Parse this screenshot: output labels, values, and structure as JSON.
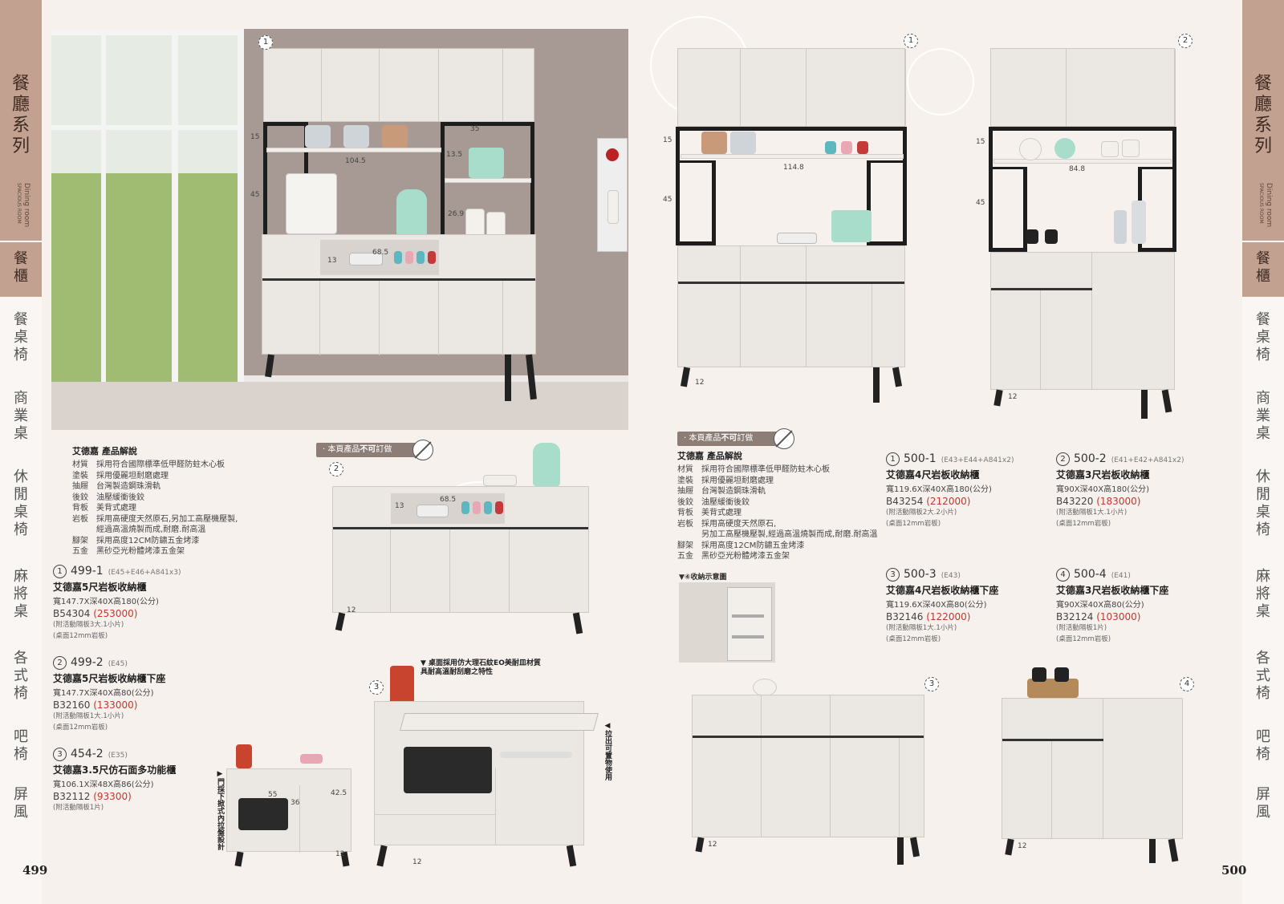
{
  "left_page": {
    "page_number": "499",
    "side": {
      "series_title": "餐廳系列",
      "series_en": "Dining room",
      "series_sub": "SPACIOUS ROOM",
      "active_tab": "餐櫃",
      "tabs": [
        "餐桌椅",
        "商業桌",
        "休閒桌椅",
        "麻將桌",
        "各式椅",
        "吧椅",
        "屏風"
      ]
    },
    "photo_marker": "1",
    "photo_dims": {
      "top_h": "15",
      "bottom_h": "45",
      "w": "104.5",
      "side_w": "35",
      "s1": "13.5",
      "s2": "26.9",
      "niche_h": "13",
      "niche_w": "68.5"
    },
    "notice": {
      "prefix": "· 本頁產品",
      "strong": "不可",
      "suffix": "訂做"
    },
    "spec": {
      "title": "艾德嘉  產品解說",
      "lines": [
        {
          "k": "材質",
          "v": "採用符合國際標準低甲醛防蛀木心板"
        },
        {
          "k": "塗裝",
          "v": "採用優麗坦耐磨處理"
        },
        {
          "k": "抽屜",
          "v": "台灣製造鋼珠滑軌"
        },
        {
          "k": "後鉸",
          "v": "油壓緩衝後鉸"
        },
        {
          "k": "背板",
          "v": "美背式處理"
        },
        {
          "k": "岩板",
          "v": "採用高硬度天然原石,另加工高壓機壓製,"
        },
        {
          "k": "",
          "v": "經過高溫燒製而成,耐磨.耐高溫"
        },
        {
          "k": "腳架",
          "v": "採用高度12CM防鏽五金烤漆"
        },
        {
          "k": "五金",
          "v": "黑砂亞光粉體烤漆五金架"
        }
      ]
    },
    "products": [
      {
        "no": "1",
        "code": "499-1",
        "parts": "(E45+E46+A841x3)",
        "name": "艾德嘉5尺岩板收納櫃",
        "size": "寬147.7X深40X高180(公分)",
        "sku": "B54304",
        "price": "(253000)",
        "notes": [
          "(附活動隔板3大.1小片)",
          "(桌面12mm岩板)"
        ]
      },
      {
        "no": "2",
        "code": "499-2",
        "parts": "(E45)",
        "name": "艾德嘉5尺岩板收納櫃下座",
        "size": "寬147.7X深40X高80(公分)",
        "sku": "B32160",
        "price": "(133000)",
        "notes": [
          "(附活動隔板1大.1小片)",
          "(桌面12mm岩板)"
        ]
      },
      {
        "no": "3",
        "code": "454-2",
        "parts": "(E35)",
        "name": "艾德嘉3.5尺仿石面多功能櫃",
        "size": "寬106.1X深48X高86(公分)",
        "sku": "B32112",
        "price": "(93300)",
        "notes": [
          "(附活動隔板1片)"
        ]
      }
    ],
    "img2": {
      "marker": "2",
      "niche_h": "13",
      "niche_w": "68.5",
      "leg": "12"
    },
    "img3": {
      "marker": "3",
      "callout": "▼ 桌面採用仿大理石紋EO美耐皿材質\n具耐高溫耐刮磨之特性",
      "pull_out": "◀拉出可置物使用",
      "door_note": "▶門採下掀式內拉盤設計",
      "w1": "55",
      "w2": "42.5",
      "h": "36",
      "leg": "12"
    }
  },
  "right_page": {
    "page_number": "500",
    "side": {
      "series_title": "餐廳系列",
      "series_en": "Dining room",
      "series_sub": "SPACIOUS ROOM",
      "active_tab": "餐櫃",
      "tabs": [
        "餐桌椅",
        "商業桌",
        "休閒桌椅",
        "麻將桌",
        "各式椅",
        "吧椅",
        "屏風"
      ]
    },
    "img1": {
      "marker": "1",
      "top_h": "15",
      "bottom_h": "45",
      "w": "114.8",
      "leg": "12"
    },
    "img2": {
      "marker": "2",
      "top_h": "15",
      "bottom_h": "45",
      "w": "84.8",
      "leg": "12"
    },
    "img3": {
      "marker": "3",
      "leg": "12"
    },
    "img4": {
      "marker": "4",
      "leg": "12"
    },
    "notice": {
      "prefix": "· 本頁產品",
      "strong": "不可",
      "suffix": "訂做"
    },
    "spec": {
      "title": "艾德嘉  產品解說",
      "lines": [
        {
          "k": "材質",
          "v": "採用符合國際標準低甲醛防蛀木心板"
        },
        {
          "k": "塗裝",
          "v": "採用優麗坦耐磨處理"
        },
        {
          "k": "抽屜",
          "v": "台灣製造鋼珠滑軌"
        },
        {
          "k": "後鉸",
          "v": "油壓緩衝後鉸"
        },
        {
          "k": "背板",
          "v": "美背式處理"
        },
        {
          "k": "岩板",
          "v": "採用高硬度天然原石,"
        },
        {
          "k": "",
          "v": "另加工高壓機壓製,經過高溫燒製而成,耐磨.耐高溫"
        },
        {
          "k": "腳架",
          "v": "採用高度12CM防鏽五金烤漆"
        },
        {
          "k": "五金",
          "v": "黑砂亞光粉體烤漆五金架"
        }
      ]
    },
    "storage_label": "▼④收納示意圖",
    "products": [
      {
        "no": "1",
        "code": "500-1",
        "parts": "(E43+E44+A841x2)",
        "name": "艾德嘉4尺岩板收納櫃",
        "size": "寬119.6X深40X高180(公分)",
        "sku": "B43254",
        "price": "(212000)",
        "notes": [
          "(附活動隔板2大.2小片)",
          "(桌面12mm岩板)"
        ]
      },
      {
        "no": "2",
        "code": "500-2",
        "parts": "(E41+E42+A841x2)",
        "name": "艾德嘉3尺岩板收納櫃",
        "size": "寬90X深40X高180(公分)",
        "sku": "B43220",
        "price": "(183000)",
        "notes": [
          "(附活動隔板1大.1小片)",
          "(桌面12mm岩板)"
        ]
      },
      {
        "no": "3",
        "code": "500-3",
        "parts": "(E43)",
        "name": "艾德嘉4尺岩板收納櫃下座",
        "size": "寬119.6X深40X高80(公分)",
        "sku": "B32146",
        "price": "(122000)",
        "notes": [
          "(附活動隔板1大.1小片)",
          "(桌面12mm岩板)"
        ]
      },
      {
        "no": "4",
        "code": "500-4",
        "parts": "(E41)",
        "name": "艾德嘉3尺岩板收納櫃下座",
        "size": "寬90X深40X高80(公分)",
        "sku": "B32124",
        "price": "(103000)",
        "notes": [
          "(附活動隔板1片)",
          "(桌面12mm岩板)"
        ]
      }
    ]
  },
  "colors": {
    "tab": "#c3a191",
    "price": "#c0392b",
    "cabinet": "#ebe8e4",
    "frame": "#1d1d1d"
  }
}
